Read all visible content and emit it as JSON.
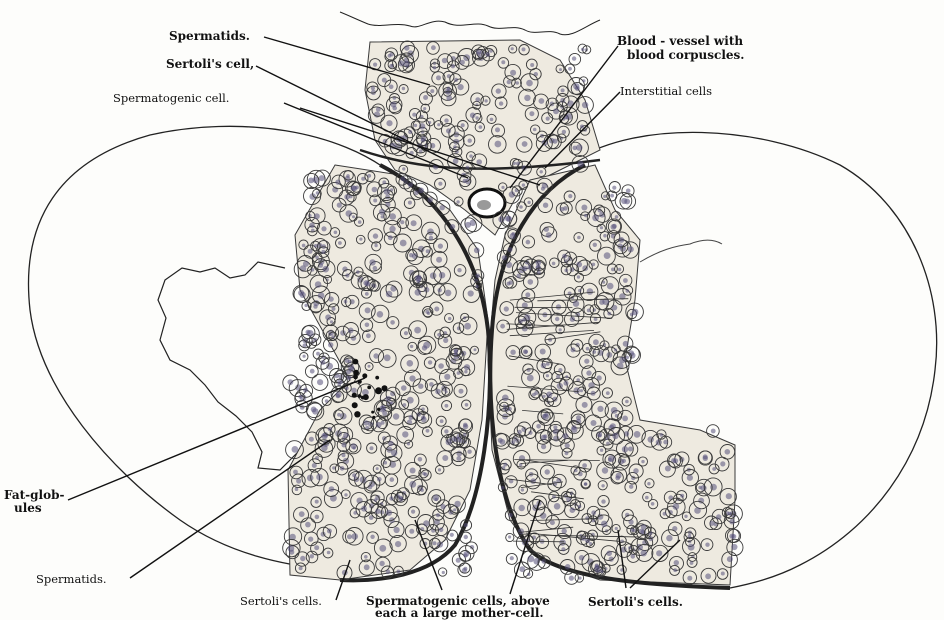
{
  "labels": {
    "spermatids_top": "Spermatids.",
    "sertoli_top": "Sertoli's cell,",
    "spermatogenic_top": "Spermatogenic cell.",
    "blood_vessel_1": "Blood - vessel with",
    "blood_vessel_2": "blood corpuscles.",
    "interstitial": "Interstitial cells",
    "fat_1": "Fat-glob-",
    "fat_2": "ules",
    "spermatids_bottom": "Spermatids.",
    "sertoli_bottom_left": "Sertoli's cells.",
    "spermatogenic_bottom_1": "Spermatogenic cells, above",
    "spermatogenic_bottom_2": "each a large mother-cell.",
    "sertoli_bottom_right": "Sertoli's cells."
  },
  "colors": {
    "ink": "#111111",
    "tissue": "#eeeae0",
    "cell_stroke": "#3a3a3a",
    "nucleus": "#55507a"
  }
}
